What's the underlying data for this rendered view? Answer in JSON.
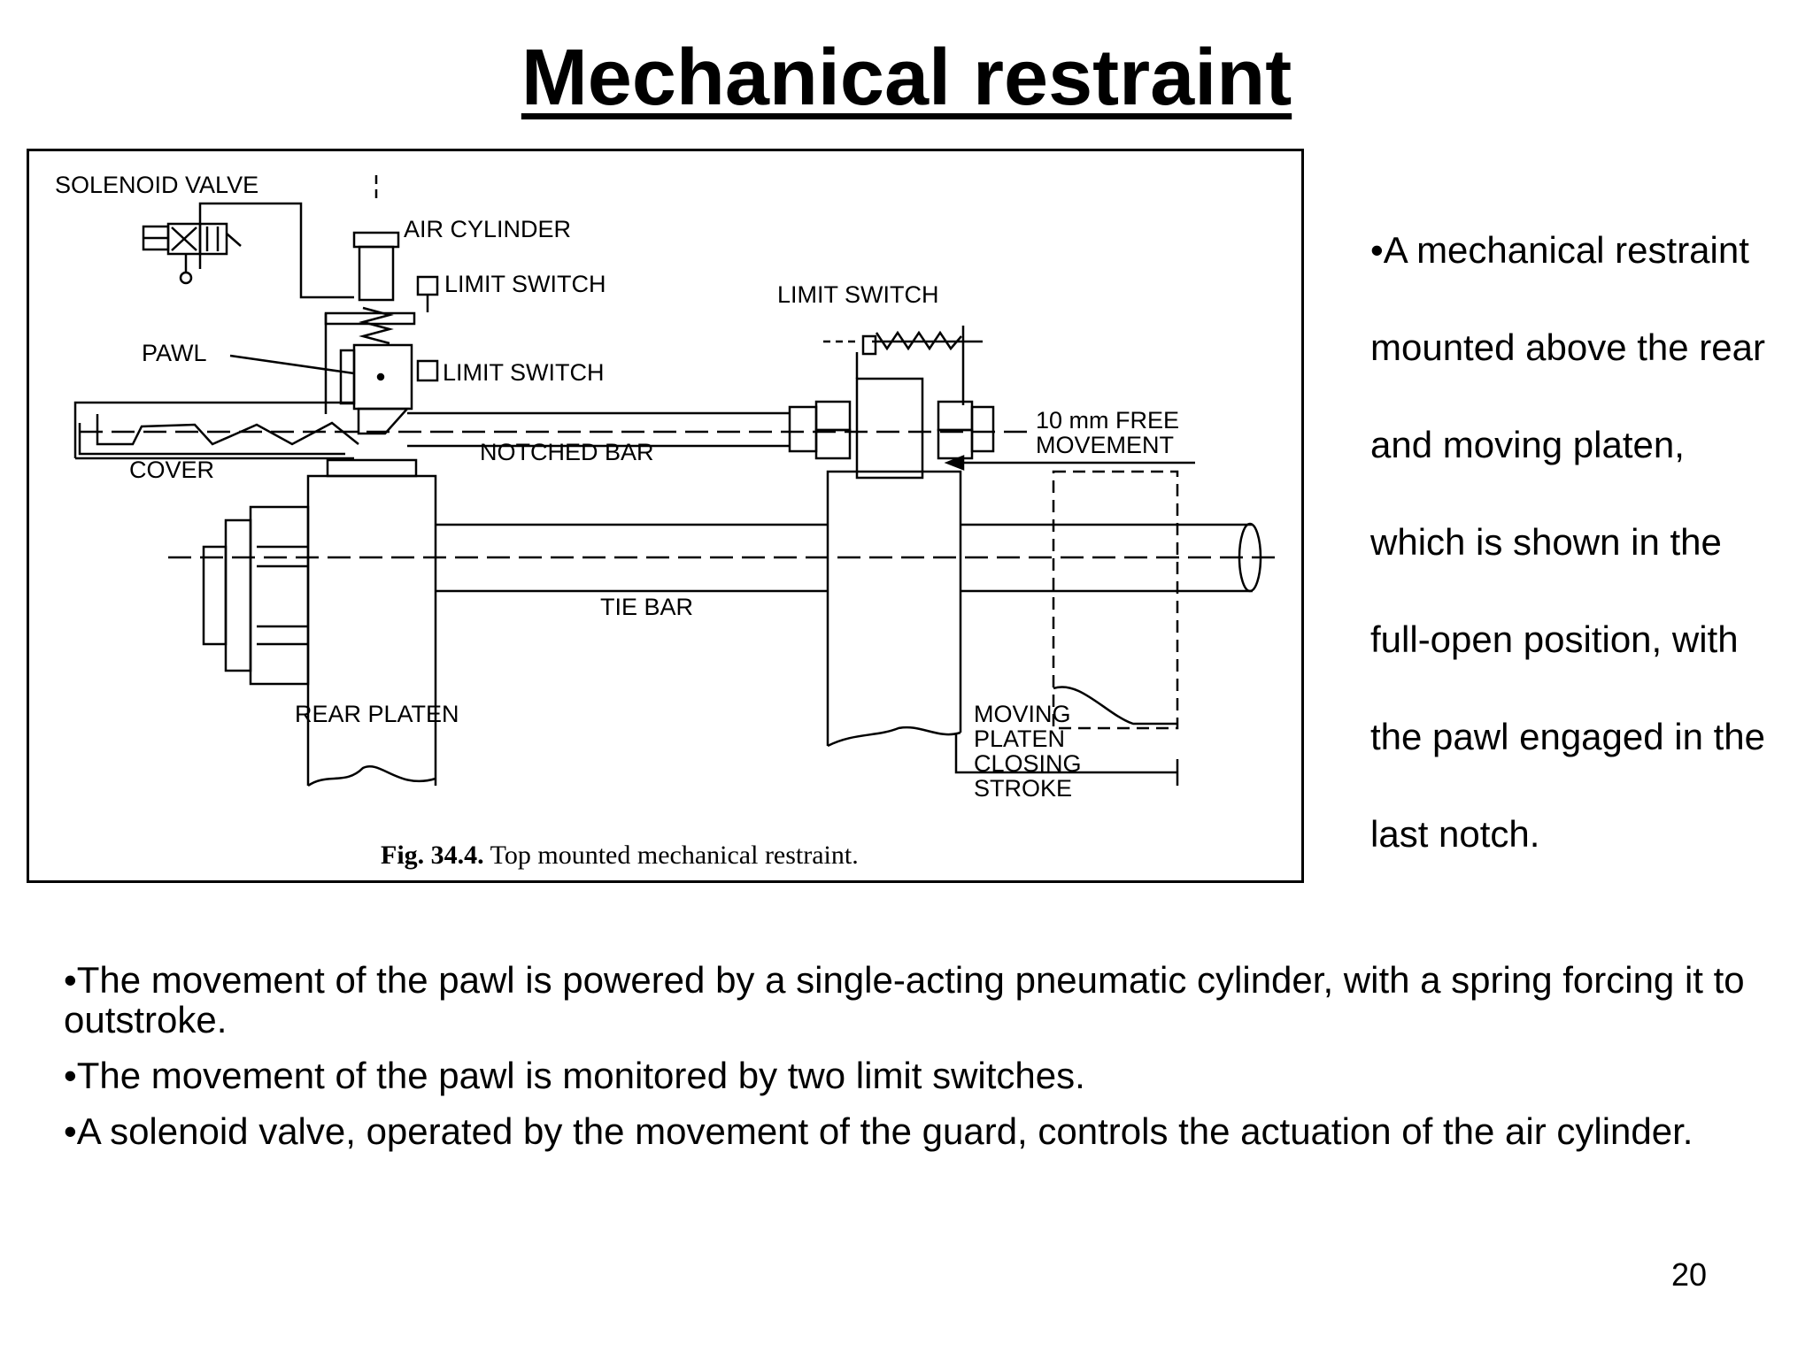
{
  "title": "Mechanical restraint",
  "figure": {
    "caption_bold": "Fig. 34.4.",
    "caption_text": "Top mounted mechanical restraint.",
    "labels": {
      "solenoid_valve": "SOLENOID VALVE",
      "air_cylinder": "AIR CYLINDER",
      "limit_switch_top": "LIMIT SWITCH",
      "limit_switch_mid": "LIMIT SWITCH",
      "limit_switch_right": "LIMIT SWITCH",
      "pawl": "PAWL",
      "cover": "COVER",
      "notched_bar": "NOTCHED BAR",
      "free_movement_1": "10 mm FREE",
      "free_movement_2": "MOVEMENT",
      "tie_bar": "TIE BAR",
      "rear_platen": "REAR PLATEN",
      "moving_1": "MOVING",
      "moving_2": "PLATEN",
      "moving_3": "CLOSING",
      "moving_4": "STROKE"
    }
  },
  "side_text": [
    "•A mechanical restraint",
    "mounted above the rear",
    "and moving platen,",
    "which is shown in the",
    "full-open position, with",
    "the pawl engaged in the",
    "last notch."
  ],
  "bullets": [
    "•The movement of the pawl is powered by a single-acting pneumatic cylinder, with a spring forcing it to outstroke.",
    "•The movement of the pawl is monitored by two limit switches.",
    "•A solenoid valve, operated by the movement of the guard, controls the actuation of the air cylinder."
  ],
  "page_number": "20"
}
